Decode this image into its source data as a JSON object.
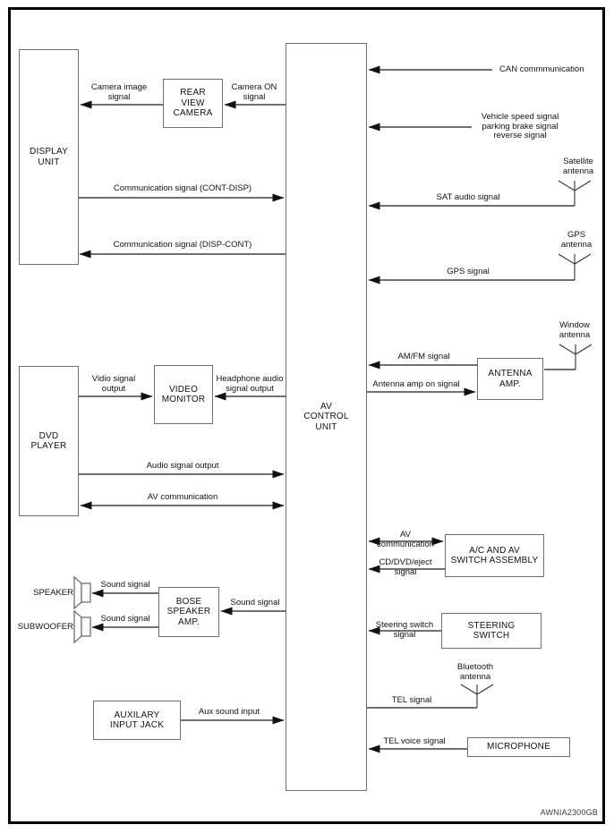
{
  "page": {
    "watermark": "AWNIA2300GB",
    "background": "#ffffff",
    "border_color": "#000000",
    "line_color": "#1c1c1c",
    "box_border_color": "#6f6f6f"
  },
  "boxes": {
    "display_unit": "DISPLAY\nUNIT",
    "rear_view_camera": "REAR\nVIEW\nCAMERA",
    "av_control_unit": "AV\nCONTROL\nUNIT",
    "dvd_player": "DVD\nPLAYER",
    "video_monitor": "VIDEO\nMONITOR",
    "antenna_amp": "ANTENNA\nAMP.",
    "bose_speaker_amp": "BOSE\nSPEAKER\nAMP.",
    "auxilary_input_jack": "AUXILARY\nINPUT JACK",
    "ac_av_switch_assembly": "A/C AND AV\nSWITCH ASSEMBLY",
    "steering_switch": "STEERING\nSWITCH",
    "microphone": "MICROPHONE"
  },
  "devices": {
    "speaker": "SPEAKER",
    "subwoofer": "SUBWOOFER"
  },
  "antennas": {
    "satellite": "Satellite\nantenna",
    "gps": "GPS\nantenna",
    "window": "Window\nantenna",
    "bluetooth": "Bluetooth\nantenna"
  },
  "signals": {
    "camera_image": "Camera image\nsignal",
    "camera_on": "Camera ON\nsignal",
    "comm_cont_disp": "Communication signal (CONT-DISP)",
    "comm_disp_cont": "Communication signal (DISP-CONT)",
    "can": "CAN commmunication",
    "vehicle_multi": "Vehicle speed signal\nparking brake signal\nreverse signal",
    "sat_audio": "SAT audio signal",
    "gps_signal": "GPS signal",
    "vidio_out": "Vidio signal\noutput",
    "headphone_out": "Headphone audio\nsignal output",
    "amfm": "AM/FM signal",
    "antenna_amp_on": "Antenna amp on signal",
    "audio_out": "Audio signal output",
    "av_comm_left": "AV communication",
    "av_comm_right": "AV\ncommunication",
    "cd_dvd_eject": "CD/DVD/eject\nsignal",
    "sound_speaker": "Sound signal",
    "sound_subwoofer": "Sound signal",
    "sound_bose": "Sound signal",
    "steering": "Steering switch\nsignal",
    "aux_sound": "Aux sound input",
    "tel": "TEL signal",
    "tel_voice": "TEL voice signal"
  }
}
